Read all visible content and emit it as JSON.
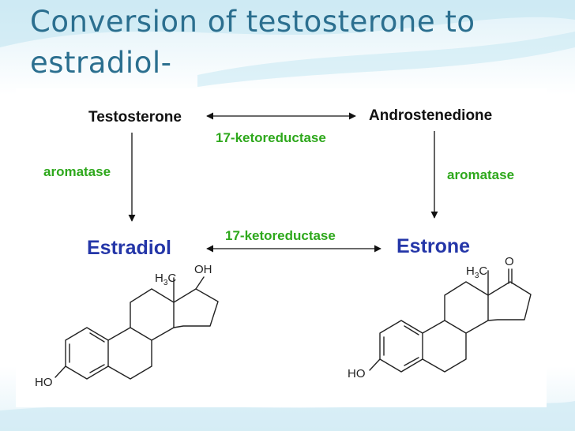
{
  "slide": {
    "title_line1": "Conversion of testosterone to",
    "title_line2": "estradiol-"
  },
  "diagram": {
    "testosterone": "Testosterone",
    "androstenedione": "Androstenedione",
    "ketoreductase_top": "17-ketoreductase",
    "ketoreductase_bottom": "17-ketoreductase",
    "aromatase_left": "aromatase",
    "aromatase_right": "aromatase",
    "estradiol": "Estradiol",
    "estrone": "Estrone",
    "estradiol_structure": {
      "methyl_h": "H",
      "methyl_sub": "3",
      "methyl_c": "C",
      "oh_top": "OH",
      "ho": "HO"
    },
    "estrone_structure": {
      "methyl_h": "H",
      "methyl_sub": "3",
      "methyl_c": "C",
      "oxo": "O",
      "ho": "HO"
    }
  },
  "colors": {
    "title": "#2b6f8f",
    "enzyme": "#2ea81c",
    "product": "#2436a8",
    "text": "#111111"
  }
}
